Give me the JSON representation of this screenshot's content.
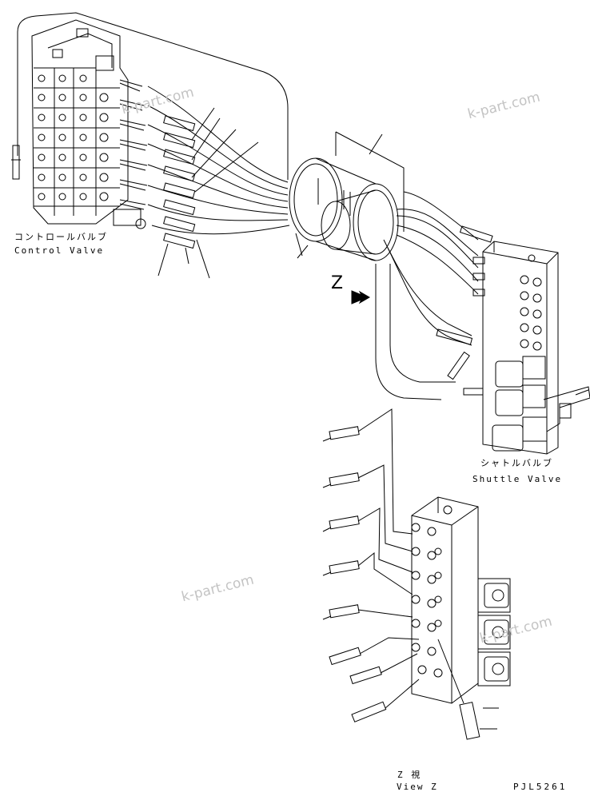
{
  "labels": {
    "control_valve_jp": "コントロールバルブ",
    "control_valve_en": "Control Valve",
    "shuttle_valve_jp": "シャトルバルブ",
    "shuttle_valve_en": "Shuttle Valve",
    "view_z_jp": "Z 視",
    "view_z_en": "View Z",
    "z_arrow_label": "Z",
    "drawing_code": "PJL5261"
  },
  "watermarks": [
    "k-part.com",
    "k-part.com",
    "k-part.com",
    "k-part.com"
  ],
  "colors": {
    "line": "#000000",
    "watermark": "#c4c4c4",
    "background": "#ffffff"
  }
}
